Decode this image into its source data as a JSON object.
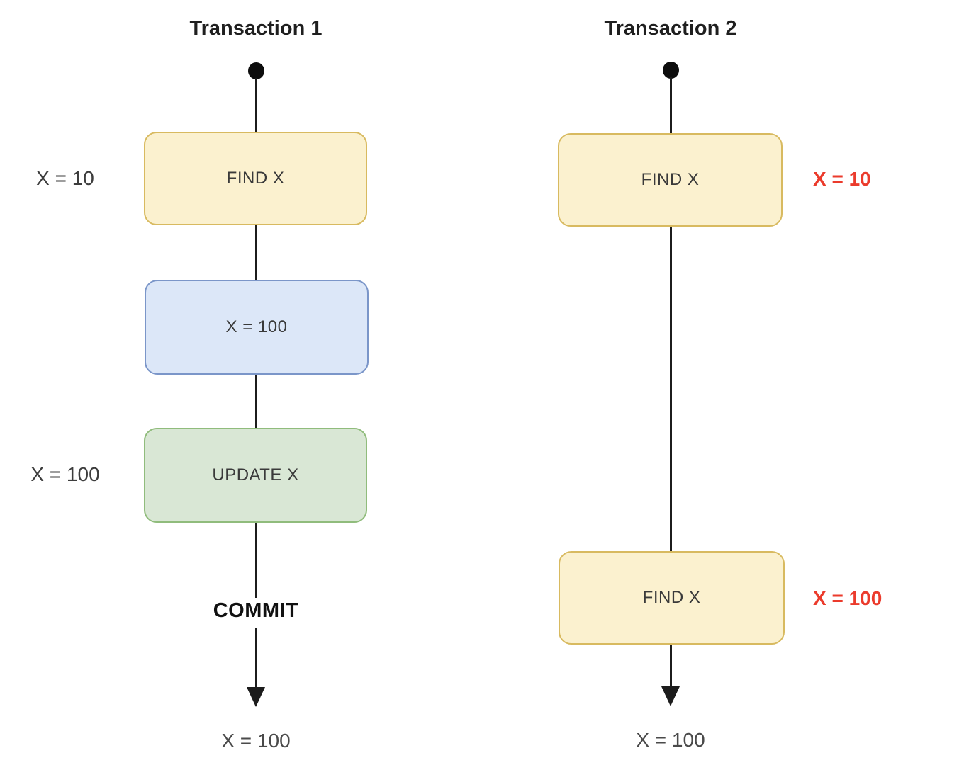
{
  "diagram": {
    "type": "transaction-timeline-diagram",
    "colors": {
      "background": "#ffffff",
      "yellow_fill": "#FBF1CF",
      "yellow_border": "#D8BA60",
      "blue_fill": "#DCE7F8",
      "blue_border": "#7B96C9",
      "green_fill": "#D9E7D5",
      "green_border": "#90BC7C",
      "red_annotation": "#EB3B2C",
      "line": "#1c1c1c",
      "node_text": "#3a3a3a"
    },
    "transaction1": {
      "title": "Transaction 1",
      "node_find": "FIND X",
      "node_set": "X = 100",
      "node_update": "UPDATE X",
      "commit": "COMMIT",
      "annotation_find": "X = 10",
      "annotation_update": "X = 100",
      "end_label": "X = 100"
    },
    "transaction2": {
      "title": "Transaction 2",
      "node_find_1": "FIND X",
      "node_find_2": "FIND X",
      "annotation_find_1": "X = 10",
      "annotation_find_2": "X = 100",
      "end_label": "X = 100"
    }
  }
}
